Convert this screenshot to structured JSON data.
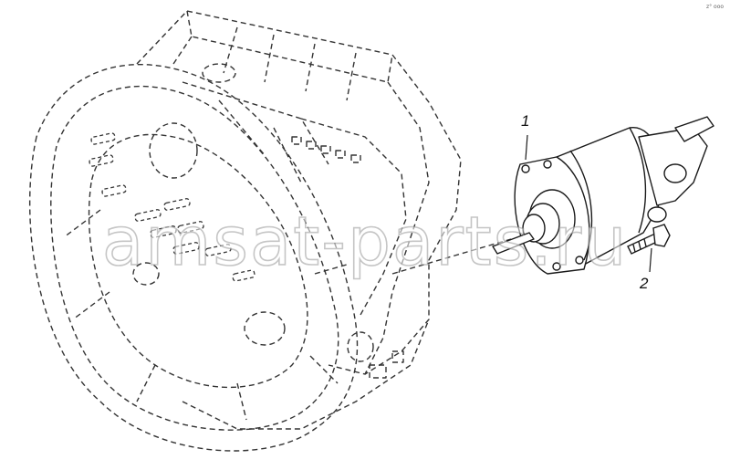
{
  "callouts": [
    {
      "id": "1",
      "text": "1"
    },
    {
      "id": "2",
      "text": "2"
    }
  ],
  "corner_mark": "z° ооо",
  "watermark": "amsat-parts.ru",
  "colors": {
    "line": "#1a1a1a",
    "dashed_line": "#333333",
    "watermark_stroke": "#969696"
  }
}
